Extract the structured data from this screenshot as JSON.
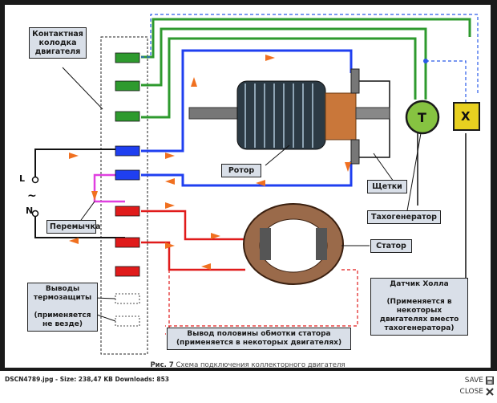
{
  "diagram": {
    "labels": {
      "terminal_block": "Контактная\nколодка\nдвигателя",
      "rotor": "Ротор",
      "brushes": "Щетки",
      "tachogenerator": "Тахогенератор",
      "stator": "Статор",
      "jumper": "Перемычка",
      "thermal_protection": "Выводы\nтермозащиты\n\n(применяется\nне везде)",
      "hall_sensor": "Датчик Холла\n\n(Применяется в\nнекоторых\nдвигателях вместо\nтахогенератора)",
      "stator_half_winding": "Вывод половины обмотки статора\n(применяется в некоторых двигателях)",
      "line_L": "L",
      "line_N": "N",
      "ac_symbol": "~",
      "tacho_symbol": "T",
      "hall_symbol": "X"
    },
    "caption": {
      "figure": "Рис. 7",
      "text": "Схема подключения коллекторного двигателя"
    },
    "colors": {
      "green_wire": "#2e9a2e",
      "blue_wire": "#1f3ff0",
      "red_wire": "#e01b1b",
      "black_wire": "#111111",
      "magenta_jumper": "#e040e0",
      "arrow": "#f07020",
      "tacho_fill": "#86c341",
      "hall_fill": "#e8d020"
    }
  },
  "footer": {
    "file_info": "DSCN4789.jpg - Size: 238,47 KB Downloads: 853",
    "save_label": "SAVE",
    "close_label": "CLOSE",
    "icons": {
      "save": "floppy-disk-icon",
      "close": "close-x-icon"
    }
  }
}
